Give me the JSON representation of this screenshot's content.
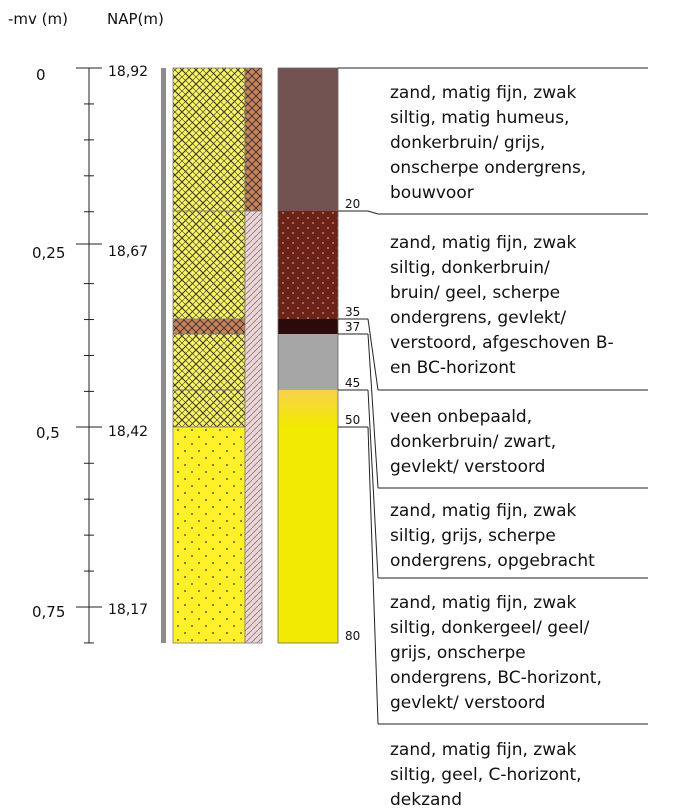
{
  "headers": {
    "depth_axis": "-mv (m)",
    "nap_axis": "NAP(m)"
  },
  "depth_ticks": [
    "0",
    "0,25",
    "0,5",
    "0,75"
  ],
  "nap_labels": [
    "18,92",
    "18,67",
    "18,42",
    "18,17"
  ],
  "depth_markers_cm": [
    "20",
    "35",
    "37",
    "45",
    "50",
    "80"
  ],
  "layers": [
    {
      "top_cm": 0,
      "bottom_cm": 20,
      "color": "#735252",
      "description": [
        "zand, matig fijn, zwak",
        "siltig, matig humeus,",
        "donkerbruin/ grijs,",
        "onscherpe ondergrens,",
        "bouwvoor"
      ]
    },
    {
      "top_cm": 20,
      "bottom_cm": 35,
      "color": "#6b2318",
      "description": [
        "zand, matig fijn, zwak",
        "siltig, donkerbruin/",
        "bruin/ geel, scherpe",
        "ondergrens, gevlekt/",
        "verstoord, afgeschoven B-",
        "en BC-horizont"
      ]
    },
    {
      "top_cm": 35,
      "bottom_cm": 37,
      "color": "#2a0a0a",
      "description": [
        "veen onbepaald,",
        "donkerbruin/ zwart,",
        "gevlekt/ verstoord"
      ]
    },
    {
      "top_cm": 37,
      "bottom_cm": 45,
      "color": "#a6a6a6",
      "description": [
        "zand, matig fijn, zwak",
        "siltig, grijs, scherpe",
        "ondergrens, opgebracht"
      ]
    },
    {
      "top_cm": 45,
      "bottom_cm": 50,
      "color": "#f5e63a",
      "description": [
        "zand, matig fijn, zwak",
        "siltig, donkergeel/ geel/",
        "grijs, onscherpe",
        "ondergrens, BC-horizont,",
        "gevlekt/ verstoord"
      ]
    },
    {
      "top_cm": 50,
      "bottom_cm": 80,
      "color": "#f2ea00",
      "description": [
        "zand, matig fijn, zwak",
        "siltig, geel, C-horizont,",
        "dekzand"
      ]
    }
  ],
  "colors": {
    "lithology_yellow": "#fbf46a",
    "lithology_sand": "#fff028",
    "lithology_humus": "#c9815a",
    "grey_bar": "#8c8c8c"
  }
}
